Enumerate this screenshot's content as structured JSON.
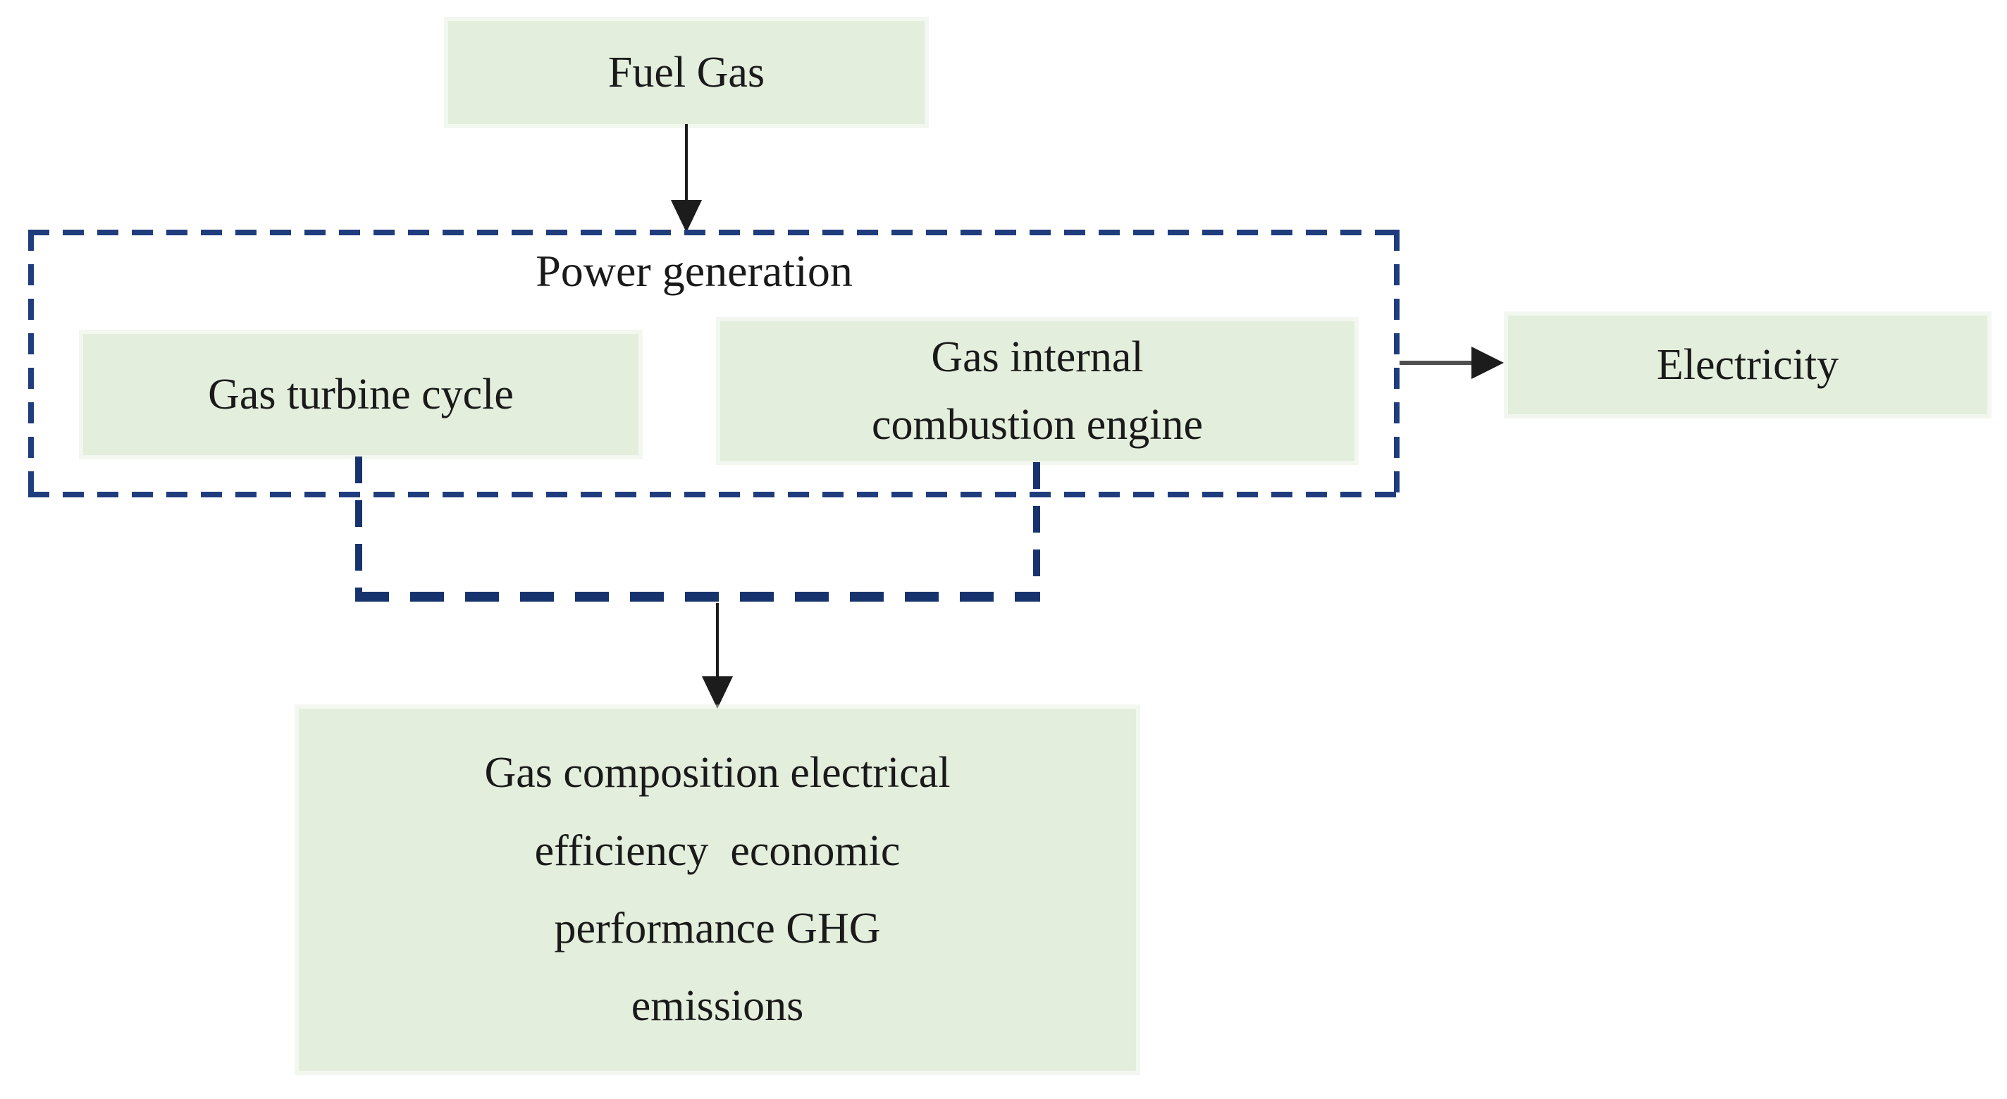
{
  "colors": {
    "background": "#ffffff",
    "box-fill": "#e3eedc",
    "dash-blue": "#1f3c7d",
    "bracket-blue": "#17336e",
    "arrow-black": "#1c1c1c",
    "arrow-gray": "#4f4f4f",
    "text": "#1a1a1a"
  },
  "diagram": {
    "nodes": {
      "fuel_gas": {
        "label": "Fuel Gas"
      },
      "power_generation": {
        "label": "Power generation"
      },
      "gas_turbine_cycle": {
        "label": "Gas turbine cycle"
      },
      "gas_internal_combustion_engine": {
        "label": "Gas internal\ncombustion engine"
      },
      "electricity": {
        "label": "Electricity"
      },
      "results": {
        "label": "Gas composition electrical\nefficiency  economic\nperformance GHG\nemissions"
      }
    }
  }
}
